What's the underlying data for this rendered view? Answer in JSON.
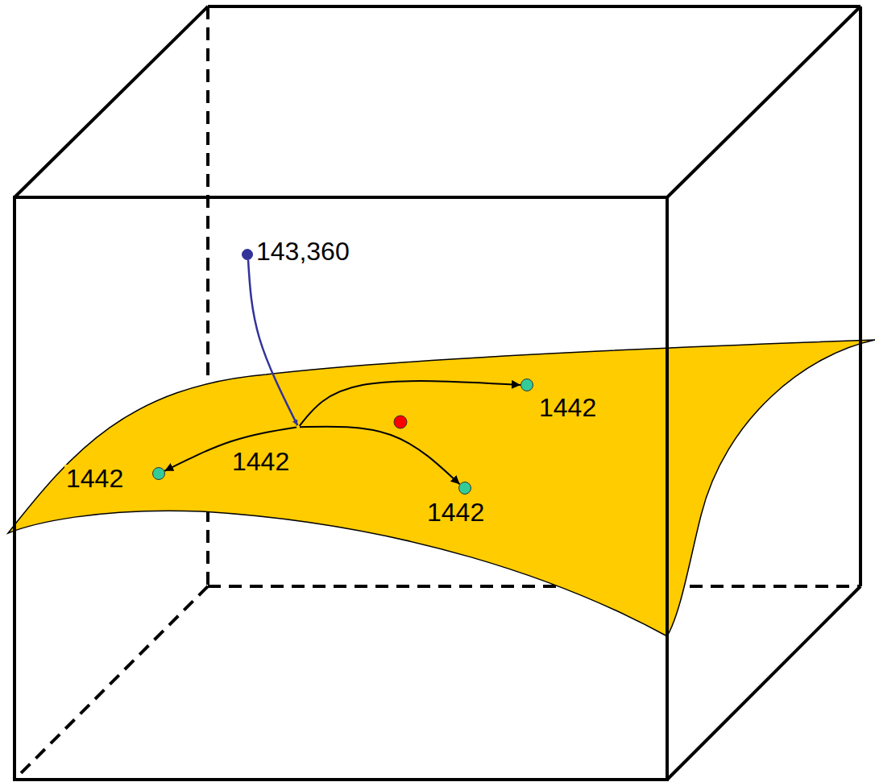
{
  "diagram": {
    "nodes": [
      {
        "text": [
          "143,360"
        ]
      },
      {
        "text": [
          "1442"
        ]
      },
      {
        "text": [
          "1442"
        ]
      },
      {
        "text": [
          "1442"
        ]
      },
      {
        "text": [
          "1442"
        ]
      }
    ],
    "edges": [
      {
        "from": 0,
        "to": 1,
        "arrow": "to"
      },
      {
        "from": 1,
        "to": 2,
        "arrow": "to"
      },
      {
        "from": 1,
        "to": 3,
        "arrow": "to"
      },
      {
        "from": 1,
        "to": 4,
        "arrow": "to"
      }
    ]
  }
}
